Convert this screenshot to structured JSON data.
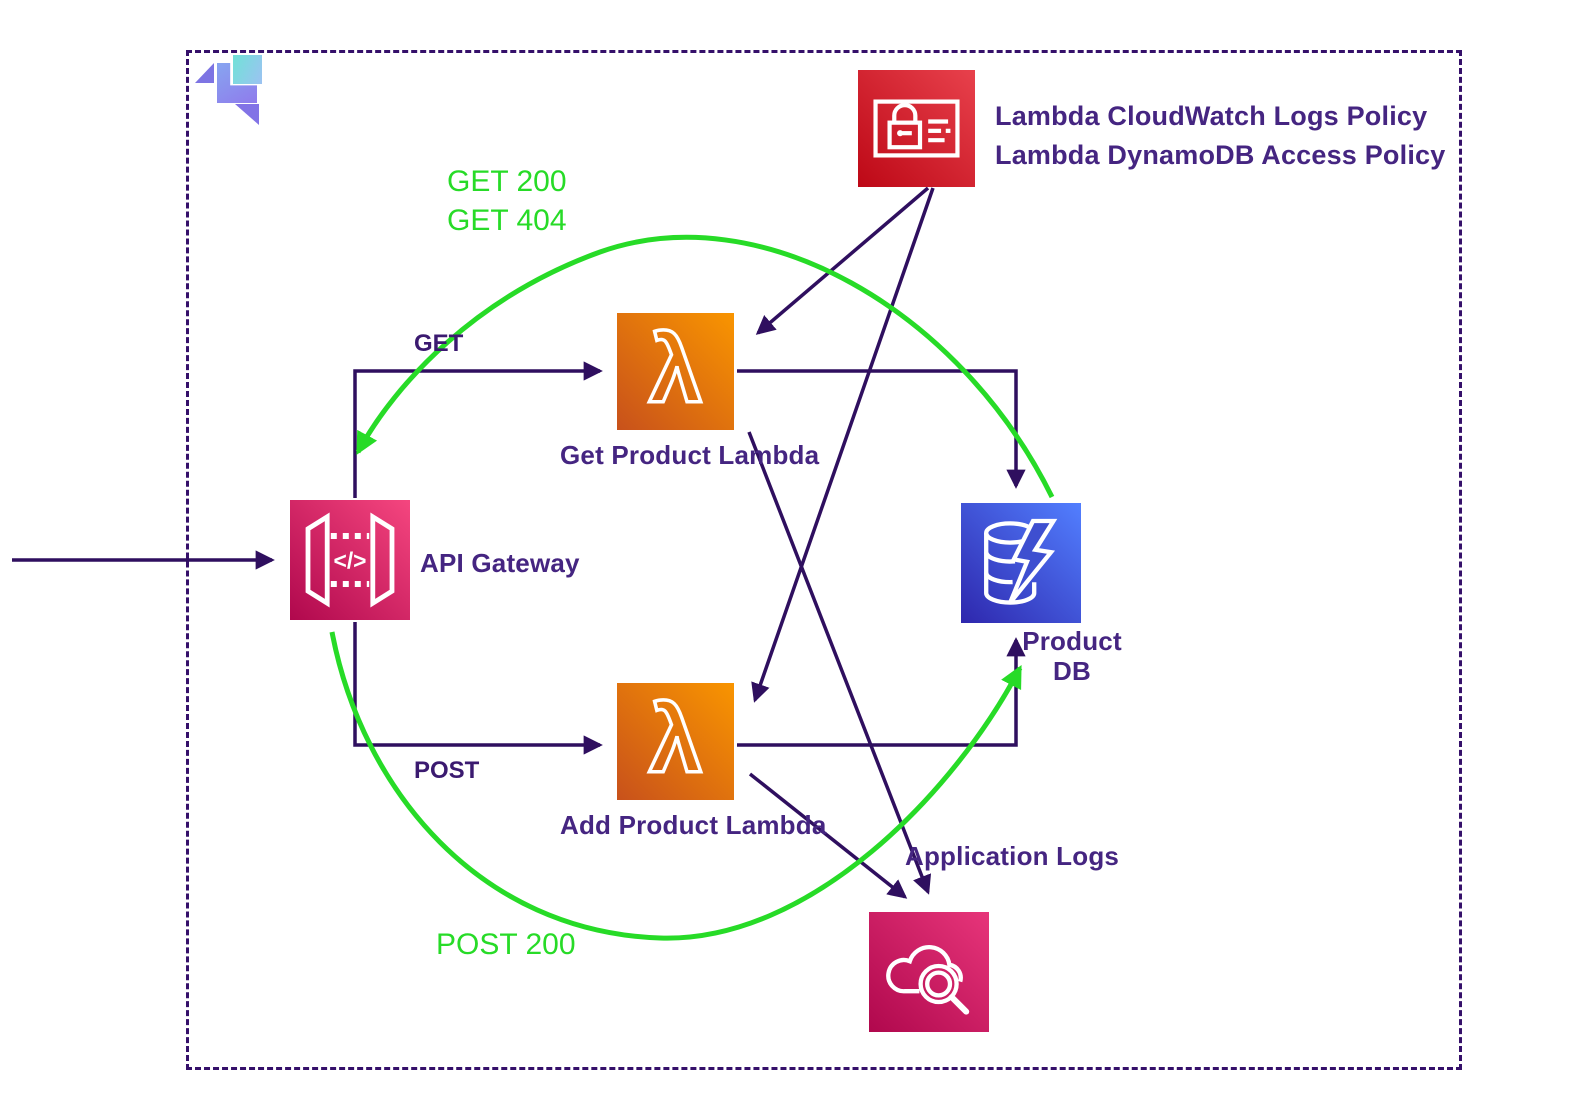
{
  "diagram": {
    "nodes": {
      "api_gateway": {
        "label": "API Gateway",
        "icon": "api-gateway-icon"
      },
      "get_product_lambda": {
        "label": "Get Product Lambda",
        "icon": "lambda-icon"
      },
      "add_product_lambda": {
        "label": "Add Product Lambda",
        "icon": "lambda-icon"
      },
      "product_db": {
        "label_line1": "Product",
        "label_line2": "DB",
        "icon": "dynamodb-icon"
      },
      "iam_policy": {
        "label_line1": "Lambda CloudWatch Logs Policy",
        "label_line2": "Lambda DynamoDB Access Policy",
        "icon": "iam-policy-icon"
      },
      "application_logs": {
        "label": "Application Logs",
        "icon": "cloudwatch-logs-icon"
      }
    },
    "edge_labels": {
      "get": "GET",
      "post": "POST",
      "get_200": "GET 200",
      "get_404": "GET 404",
      "post_200": "POST 200"
    },
    "icon_glyphs": {
      "lambda": "λ",
      "api_gateway_code": "</>"
    },
    "colors": {
      "background": "#FFFFFF",
      "boundary_dashed": "#35106A",
      "arrow_purple": "#2F0F5F",
      "label_purple": "#452581",
      "success_green": "#27DB27",
      "lambda_gradient": [
        "#C8511B",
        "#F99500"
      ],
      "api_gateway_gradient": [
        "#B0084D",
        "#F5467F"
      ],
      "dynamodb_gradient": [
        "#2E27AD",
        "#527FFF"
      ],
      "iam_gradient": [
        "#BD0816",
        "#E8414C"
      ],
      "cloudwatch_gradient": [
        "#B0084D",
        "#E7357A"
      ],
      "logo_purple": "#7D74E3",
      "logo_cyan": "#70E2D7"
    }
  }
}
